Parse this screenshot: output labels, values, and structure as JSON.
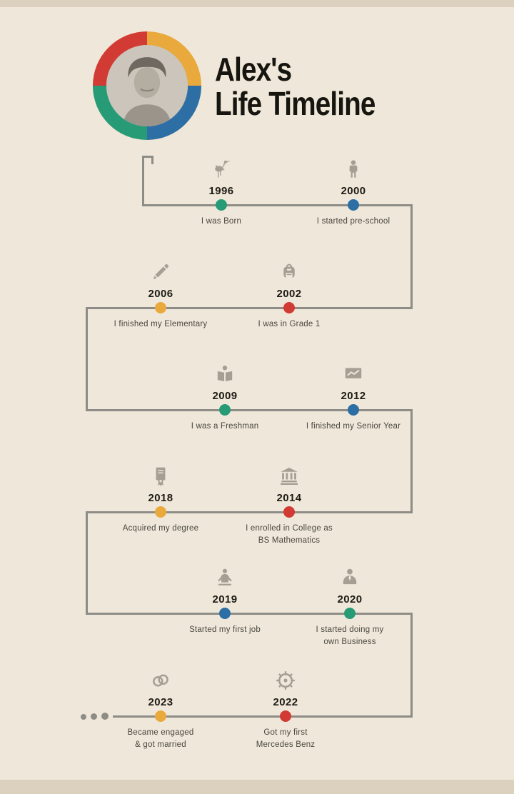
{
  "title": {
    "line1": "Alex's",
    "line2": "Life Timeline"
  },
  "colors": {
    "background": "#efe8da",
    "edge_band": "#dcd1bf",
    "timeline_line": "#8e8c86",
    "icon": "#a69e93",
    "green": "#279a76",
    "blue": "#2d6fa5",
    "orange": "#e9a93c",
    "red": "#d23b33"
  },
  "profile": {
    "photo": "black-and-white portrait of young man with curly hair"
  },
  "events": [
    {
      "year": "1996",
      "description": "I was Born",
      "icon": "stork-icon",
      "dot_color": "#279a76"
    },
    {
      "year": "2000",
      "description": "I started pre-school",
      "icon": "child-icon",
      "dot_color": "#2d6fa5"
    },
    {
      "year": "2006",
      "description": "I finished my Elementary",
      "icon": "pencil-icon",
      "dot_color": "#e9a93c"
    },
    {
      "year": "2002",
      "description": "I was in Grade 1",
      "icon": "backpack-icon",
      "dot_color": "#d23b33"
    },
    {
      "year": "2009",
      "description": "I was a Freshman",
      "icon": "reading-person-icon",
      "dot_color": "#279a76"
    },
    {
      "year": "2012",
      "description": "I finished my Senior Year",
      "icon": "chart-icon",
      "dot_color": "#2d6fa5"
    },
    {
      "year": "2018",
      "description": "Acquired my degree",
      "icon": "diploma-icon",
      "dot_color": "#e9a93c"
    },
    {
      "year": "2014",
      "description": "I enrolled in College as\nBS Mathematics",
      "icon": "university-icon",
      "dot_color": "#d23b33"
    },
    {
      "year": "2019",
      "description": "Started my first job",
      "icon": "office-worker-icon",
      "dot_color": "#2d6fa5"
    },
    {
      "year": "2020",
      "description": "I started doing my\nown Business",
      "icon": "businessman-icon",
      "dot_color": "#279a76"
    },
    {
      "year": "2023",
      "description": "Became engaged\n& got married",
      "icon": "wedding-rings-icon",
      "dot_color": "#e9a93c"
    },
    {
      "year": "2022",
      "description": "Got my first\nMercedes Benz",
      "icon": "gear-icon",
      "dot_color": "#d23b33"
    }
  ]
}
